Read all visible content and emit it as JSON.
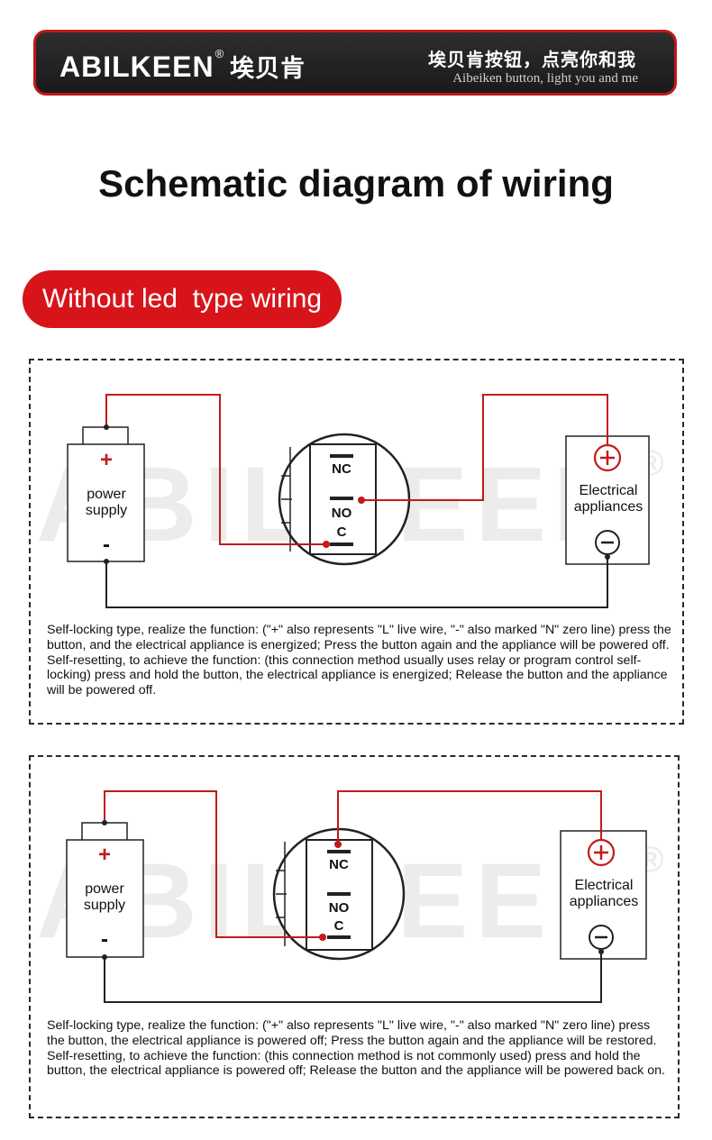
{
  "header": {
    "brand": "ABILKEEN",
    "registered": "®",
    "brand_cn": "埃贝肯",
    "slogan_cn": "埃贝肯按钮，点亮你和我",
    "slogan_en": "Aibeiken button, light you and me"
  },
  "title": "Schematic diagram of wiring",
  "section_label": "Without led  type wiring",
  "colors": {
    "accent": "#d8141b",
    "wire": "#c41a1a",
    "header_bg": "#1e1e1e"
  },
  "diagrams": [
    {
      "power_supply": {
        "plus": "+",
        "label_line1": "power",
        "label_line2": "supply",
        "minus": "-"
      },
      "switch": {
        "terminal_nc": "NC",
        "terminal_no": "NO",
        "terminal_c": "C"
      },
      "appliance": {
        "label_line1": "Electrical",
        "label_line2": "appliances"
      },
      "watermark": "ABILKEEN",
      "watermark_reg": "®",
      "description_1": "Self-locking type, realize the function: (\"+\" also represents \"L\" live wire, \"-\" also marked \"N\" zero line) press the button, and the electrical appliance is energized; Press the button again and the appliance will be powered off.",
      "description_2": "Self-resetting, to achieve the function: (this connection method usually uses relay or program control self-locking) press and hold the button, the electrical appliance is energized; Release the button and the appliance will be powered off."
    },
    {
      "power_supply": {
        "plus": "+",
        "label_line1": "power",
        "label_line2": "supply",
        "minus": "-"
      },
      "switch": {
        "terminal_nc": "NC",
        "terminal_no": "NO",
        "terminal_c": "C"
      },
      "appliance": {
        "label_line1": "Electrical",
        "label_line2": "appliances"
      },
      "watermark": "ABILKEEN",
      "watermark_reg": "®",
      "description_1": "Self-locking type, realize the function: (\"+\" also represents \"L\" live wire, \"-\" also marked \"N\" zero line) press the button, the electrical appliance is powered off; Press the button again and the appliance will be restored.",
      "description_2": "Self-resetting, to achieve the function: (this connection method is not commonly used) press and hold the button, the electrical appliance is powered off; Release the button and the appliance will be powered back on."
    }
  ]
}
